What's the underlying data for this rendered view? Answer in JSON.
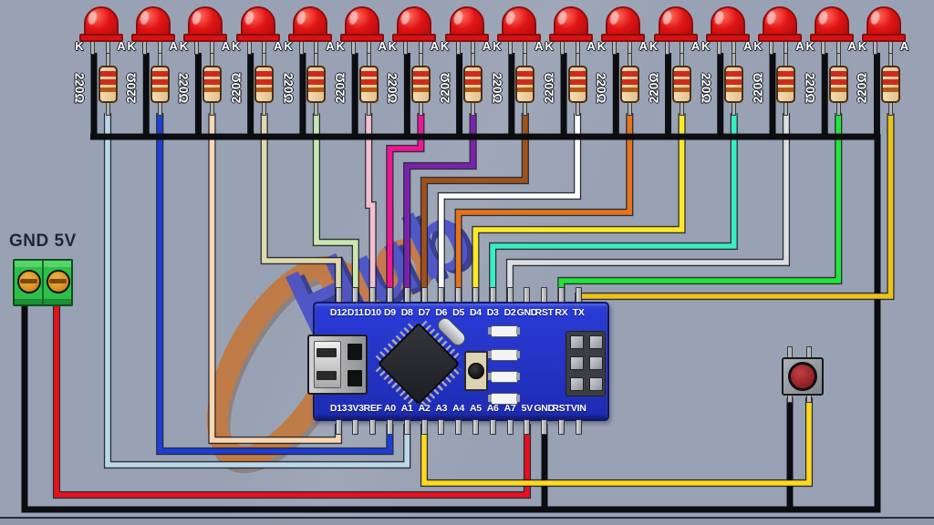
{
  "background_color": "#99a2b4",
  "watermark": {
    "orange_text": "Ino",
    "blue_text": "Hub"
  },
  "power_terminal": {
    "label": "GND 5V",
    "body_color": "#2fbf48",
    "screw_color": "#dd9724",
    "gnd_wire_color": "#0b0d11",
    "v5_wire_color": "#e8111c"
  },
  "led_row": {
    "cathode_label": "K",
    "anode_label": "A",
    "resistor_value": "220Ω",
    "led_color": "#e01414",
    "led_count": 16,
    "leds": [
      {
        "pin": "A1",
        "wire_name": "powder-blue",
        "wire_color": "#b9d9ea"
      },
      {
        "pin": "A0",
        "wire_name": "blue",
        "wire_color": "#1b3ed9"
      },
      {
        "pin": "D13",
        "wire_name": "peach",
        "wire_color": "#f8d7b2"
      },
      {
        "pin": "D12",
        "wire_name": "cream",
        "wire_color": "#ded8ac"
      },
      {
        "pin": "D11",
        "wire_name": "pale-green",
        "wire_color": "#c9e8b0"
      },
      {
        "pin": "D10",
        "wire_name": "pink",
        "wire_color": "#f4c0d0"
      },
      {
        "pin": "D9",
        "wire_name": "magenta",
        "wire_color": "#ee1695"
      },
      {
        "pin": "D8",
        "wire_name": "purple",
        "wire_color": "#7b22ad"
      },
      {
        "pin": "D7",
        "wire_name": "brown",
        "wire_color": "#a0521a"
      },
      {
        "pin": "D6",
        "wire_name": "white",
        "wire_color": "#ffffff"
      },
      {
        "pin": "D5",
        "wire_name": "orange",
        "wire_color": "#e5731c"
      },
      {
        "pin": "D4",
        "wire_name": "yellow",
        "wire_color": "#ffe926"
      },
      {
        "pin": "D3",
        "wire_name": "turquoise",
        "wire_color": "#38efc2"
      },
      {
        "pin": "D2",
        "wire_name": "light-gray",
        "wire_color": "#dcdee2"
      },
      {
        "pin": "RX",
        "wire_name": "green",
        "wire_color": "#22e43a"
      },
      {
        "pin": "TX",
        "wire_name": "gold",
        "wire_color": "#edc31a"
      }
    ]
  },
  "arduino": {
    "board_color": "#2333cb",
    "top_pins": [
      "D12",
      "D11",
      "D10",
      "D9",
      "D8",
      "D7",
      "D6",
      "D5",
      "D4",
      "D3",
      "D2",
      "GND",
      "RST",
      "RX",
      "TX"
    ],
    "bottom_pins": [
      "D13",
      "3V3",
      "REF",
      "A0",
      "A1",
      "A2",
      "A3",
      "A4",
      "A5",
      "A6",
      "A7",
      "5V",
      "GND",
      "RST",
      "VIN"
    ]
  },
  "push_button": {
    "cap_color": "#8e1f24",
    "signal_pin": "A2",
    "signal_wire_color": "#ffd91e",
    "gnd_wire_color": "#0b0d11"
  }
}
